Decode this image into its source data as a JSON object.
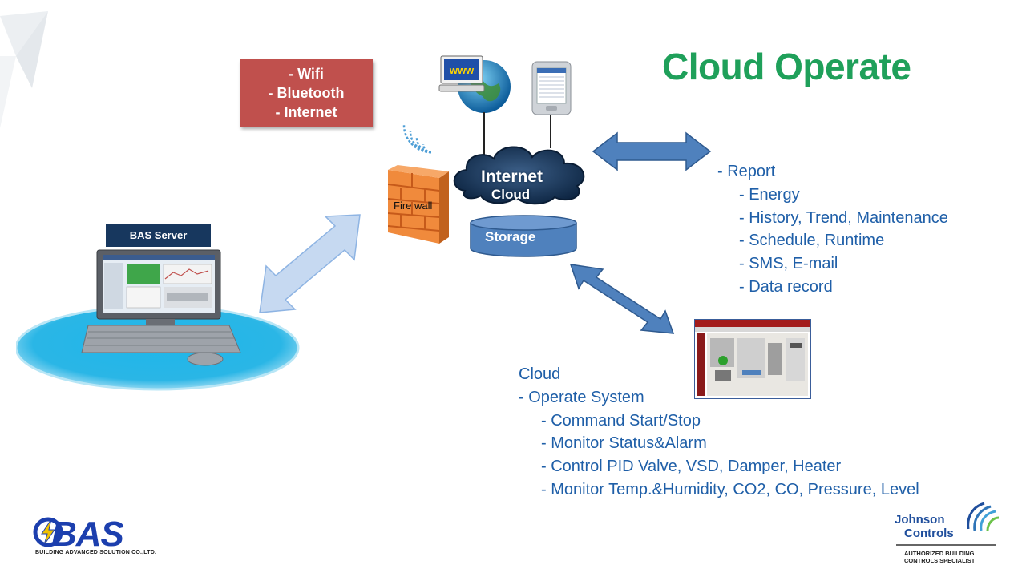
{
  "title": "Cloud Operate",
  "connectivity": [
    "- Wifi",
    "- Bluetooth",
    "- Internet"
  ],
  "bas_server_label": "BAS Server",
  "firewall_label": "Fire wall",
  "internet_label": "Internet",
  "cloud_label": "Cloud",
  "storage_label": "Storage",
  "report": {
    "heading": "-    Report",
    "items": [
      "- Energy",
      "- History, Trend, Maintenance",
      "- Schedule,  Runtime",
      "- SMS, E-mail",
      "- Data record"
    ]
  },
  "cloud_section": {
    "heading": "Cloud",
    "subheading": "-  Operate System",
    "items": [
      "- Command Start/Stop",
      "- Monitor Status&Alarm",
      "- Control PID Valve, VSD, Damper, Heater",
      "- Monitor Temp.&Humidity, CO2, CO, Pressure, Level"
    ]
  },
  "logos": {
    "bas": "BAS",
    "bas_tagline": "BUILDING ADVANCED SOLUTION CO.,LTD.",
    "jc_line1": "Johnson",
    "jc_line2": "Controls",
    "jc_tagline1": "AUTHORIZED BUILDING",
    "jc_tagline2": "CONTROLS SPECIALIST"
  },
  "colors": {
    "title": "#1fa05a",
    "text_blue": "#1f5fa8",
    "arrow_blue": "#4f81bd",
    "conn_box": "#c0504d",
    "server_label_bg": "#17375e"
  }
}
